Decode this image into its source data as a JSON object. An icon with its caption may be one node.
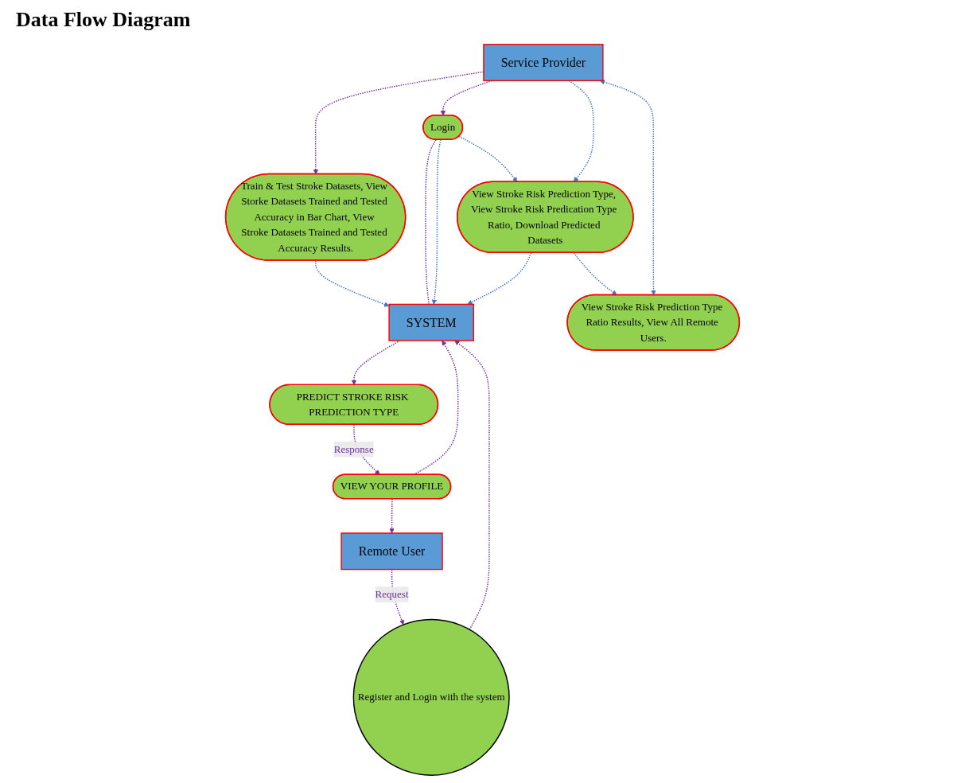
{
  "diagram": {
    "title": "Data Flow Diagram",
    "nodes": [
      {
        "text": [
          "Service Provider"
        ]
      },
      {
        "text": [
          "Train & Test Stroke Datasets, View Storke Datasets Trained and Tested Accuracy in Bar Chart, View Stroke Datasets Trained and Tested Accuracy Results."
        ]
      },
      {
        "text": [
          "Login"
        ]
      },
      {
        "text": [
          "SYSTEM"
        ]
      },
      {
        "text": [
          "PREDICT STROKE RISK PREDICTION TYPE"
        ]
      },
      {
        "text": [
          "View Stroke Risk Prediction Type, View Stroke Risk Predication Type Ratio, Download Predicted Datasets"
        ]
      },
      {
        "text": [
          "Register and Login with the system"
        ]
      },
      {
        "text": [
          "VIEW YOUR PROFILE"
        ]
      },
      {
        "text": [
          "View Stroke Risk Prediction Type Ratio Results, View All Remote Users."
        ]
      },
      {
        "text": [
          "Remote User"
        ]
      }
    ],
    "edges": [
      {
        "from": 0,
        "to": 1,
        "arrow": "to",
        "style": "dashed"
      },
      {
        "from": 0,
        "to": 2,
        "arrow": "to",
        "style": "dashed"
      },
      {
        "from": 2,
        "to": 3,
        "arrow": "none",
        "style": "dashed"
      },
      {
        "from": 2,
        "to": 3,
        "arrow": "to",
        "style": "dashed",
        "color": "#4472c4"
      },
      {
        "from": 1,
        "to": 3,
        "arrow": "to",
        "style": "dashed",
        "color": "#4472c4"
      },
      {
        "from": 3,
        "to": 4,
        "arrow": "to",
        "style": "dashed"
      },
      {
        "from": 4,
        "to": 7,
        "arrow": "to",
        "style": "dashed",
        "label": "Response"
      },
      {
        "from": 7,
        "to": 3,
        "arrow": "to",
        "style": "dashed"
      },
      {
        "from": 7,
        "to": 9,
        "arrow": "to",
        "style": "dashed"
      },
      {
        "from": 9,
        "to": 6,
        "arrow": "to",
        "style": "dashed",
        "label": "Request"
      },
      {
        "from": 6,
        "to": 3,
        "arrow": "to",
        "style": "dashed"
      },
      {
        "from": 0,
        "to": 5,
        "arrow": "to",
        "style": "dashed",
        "color": "#4472c4"
      },
      {
        "from": 2,
        "to": 5,
        "arrow": "to",
        "style": "dashed",
        "color": "#4472c4"
      },
      {
        "from": 5,
        "to": 3,
        "arrow": "to",
        "style": "dashed",
        "color": "#4472c4"
      },
      {
        "from": 5,
        "to": 8,
        "arrow": "to",
        "style": "dashed",
        "color": "#4472c4"
      },
      {
        "from": 0,
        "to": 8,
        "arrow": "both",
        "style": "dashed",
        "color": "#4472c4"
      }
    ]
  }
}
